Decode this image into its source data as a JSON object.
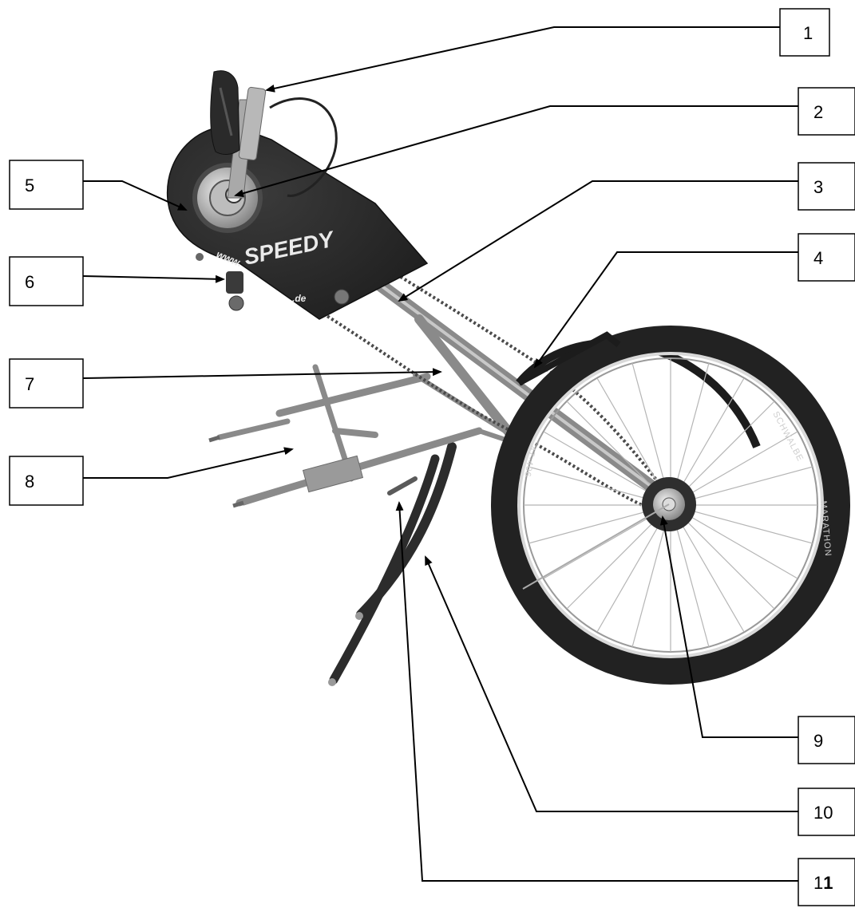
{
  "diagram": {
    "callouts": [
      {
        "id": "1",
        "label": "1"
      },
      {
        "id": "2",
        "label": "2"
      },
      {
        "id": "3",
        "label": "3"
      },
      {
        "id": "4",
        "label": "4"
      },
      {
        "id": "5",
        "label": "5"
      },
      {
        "id": "6",
        "label": "6"
      },
      {
        "id": "7",
        "label": "7"
      },
      {
        "id": "8",
        "label": "8"
      },
      {
        "id": "9",
        "label": "9"
      },
      {
        "id": "10",
        "label": "10"
      },
      {
        "id": "11",
        "label": "11",
        "label_prefix": "1",
        "label_bold_suffix": "1"
      }
    ],
    "device": {
      "logo_prefix": "www.",
      "logo_brand": "SPEEDY",
      "logo_suffix": ".de",
      "tire_brand": "SCHWALBE",
      "tire_model": "MARATHON",
      "tire_size": "47-406"
    }
  },
  "colors": {
    "line": "#000000",
    "fender": "#1c1c1c",
    "tire": "#222222",
    "metal": "#8a8a8a",
    "cover": "#2a2a2a"
  }
}
